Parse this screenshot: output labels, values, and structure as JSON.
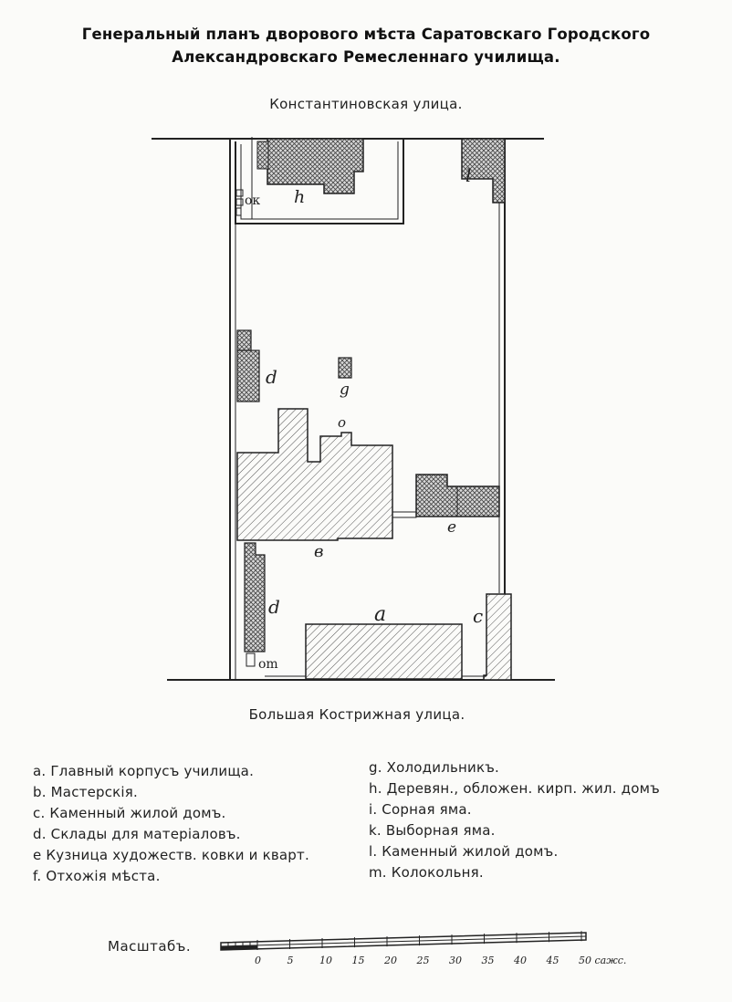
{
  "title": {
    "line1": "Генеральный планъ дворового мѣста Саратовскаго Городского",
    "line2": "Александровскаго Ремесленнаго училища."
  },
  "streets": {
    "top": "Константиновская улица.",
    "bottom": "Большая Кострижная улица."
  },
  "plan_labels": {
    "a": "a",
    "b": "в",
    "c": "c",
    "d_upper": "d",
    "d_lower": "d",
    "e": "e",
    "g": "g",
    "h": "h",
    "l": "l",
    "o": "o",
    "ok": "ок",
    "om": "оm"
  },
  "legend_left": [
    "a.  Главный корпусъ училища.",
    "b.  Мастерскія.",
    "c.  Каменный жилой домъ.",
    "d.  Склады для матеріаловъ.",
    "e   Кузница художеств. ковки и кварт.",
    "f.  Отхожія мѣста."
  ],
  "legend_right": [
    "g.  Холодильникъ.",
    "h.  Деревян., обложен. кирп. жил. домъ",
    "i.   Сорная яма.",
    "k.  Выборная яма.",
    "l.   Каменный жилой домъ.",
    "m.  Колокольня."
  ],
  "scale": {
    "label": "Масштабъ.",
    "ticks": [
      "0",
      "5",
      "10",
      "15",
      "20",
      "25",
      "30",
      "35",
      "40",
      "45",
      "50 сажс."
    ]
  }
}
